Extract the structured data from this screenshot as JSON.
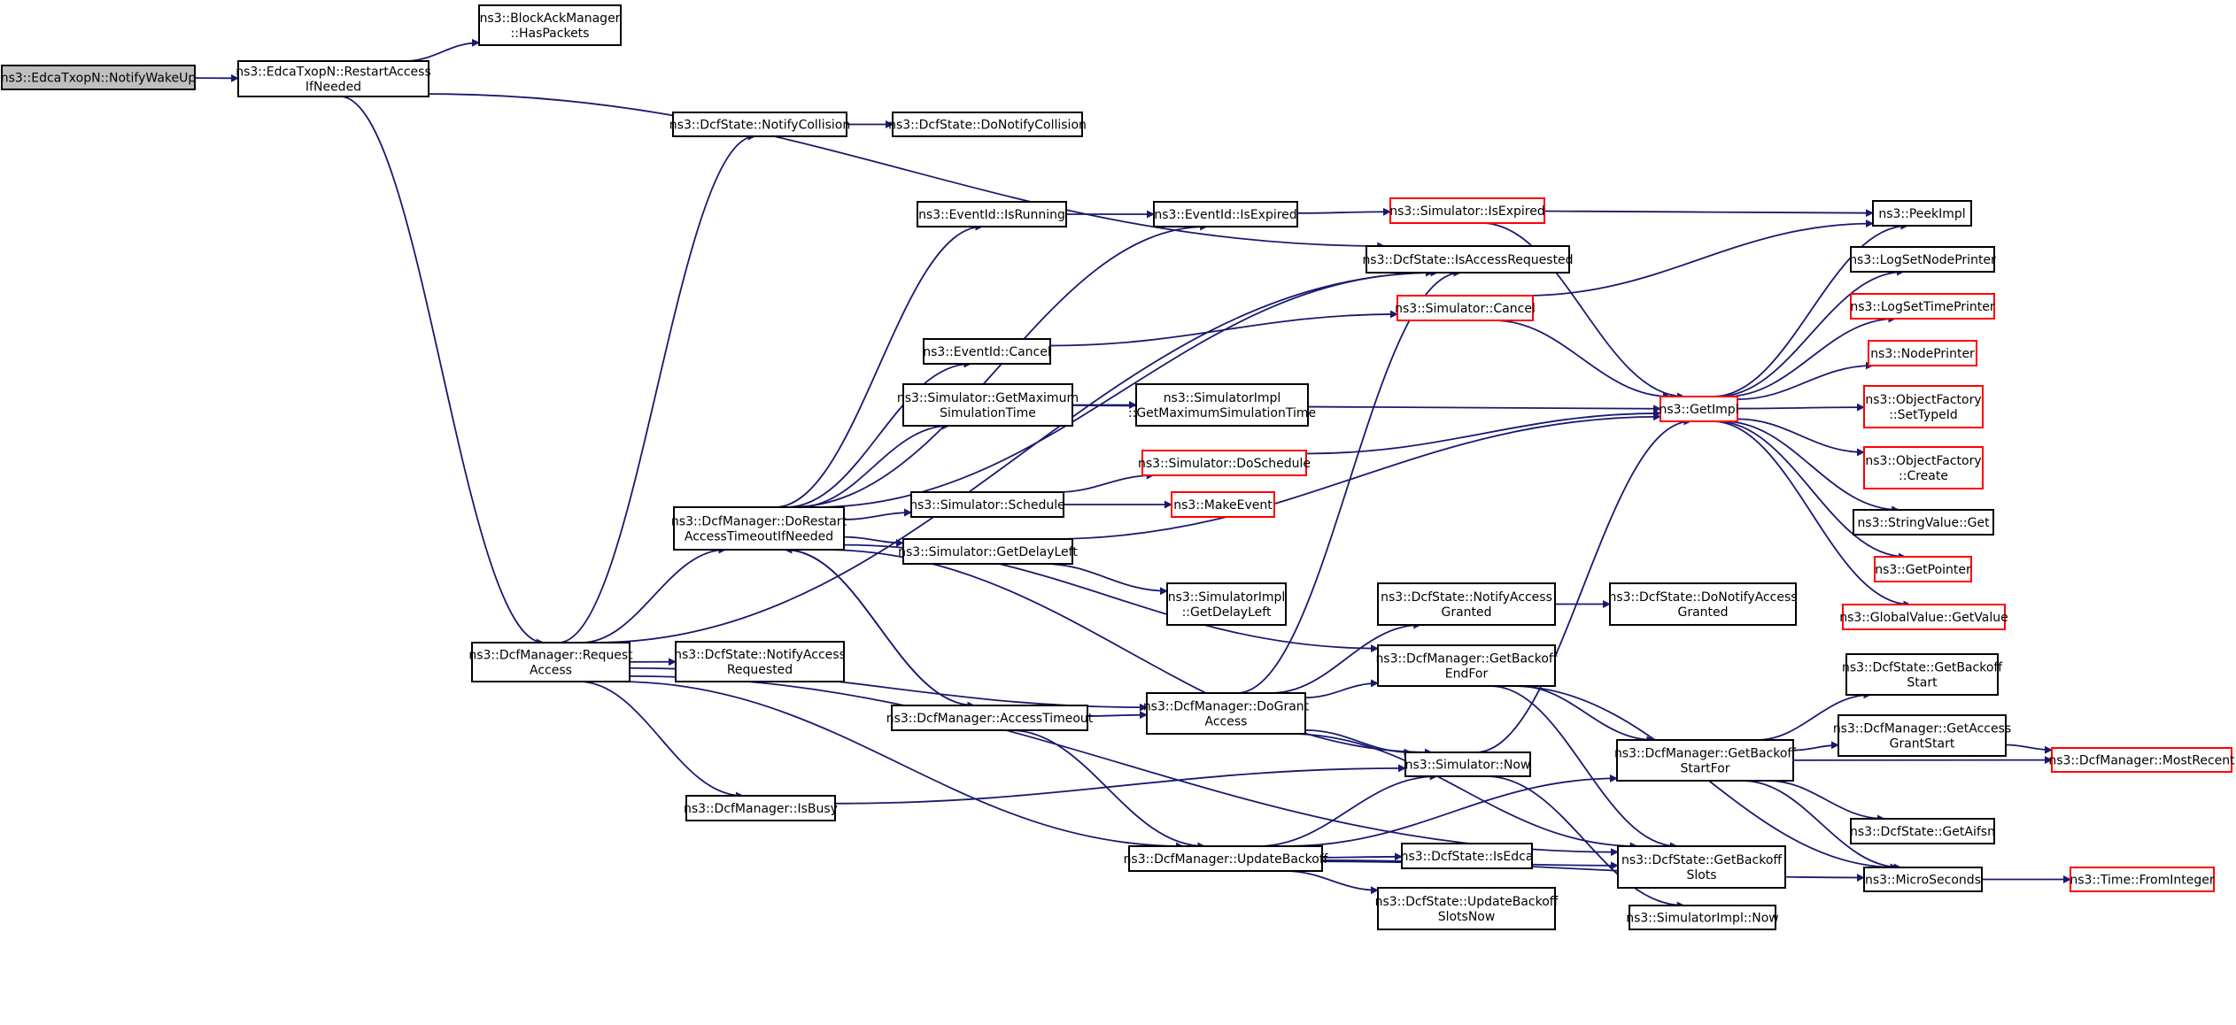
{
  "colors": {
    "edge": "#191970",
    "node_border": "#000000",
    "node_border_truncated": "#ff0000",
    "node_fill": "#ffffff",
    "root_fill": "#bfbfbf"
  },
  "nodes": [
    {
      "id": "notifyWakeUp",
      "lines": [
        "ns3::EdcaTxopN::NotifyWakeUp"
      ],
      "style": "root"
    },
    {
      "id": "restartAccess",
      "lines": [
        "ns3::EdcaTxopN::RestartAccess",
        "IfNeeded"
      ],
      "style": "normal"
    },
    {
      "id": "hasPackets",
      "lines": [
        "ns3::BlockAckManager",
        "::HasPackets"
      ],
      "style": "normal"
    },
    {
      "id": "notifyCollision",
      "lines": [
        "ns3::DcfState::NotifyCollision"
      ],
      "style": "normal"
    },
    {
      "id": "doNotifyCollision",
      "lines": [
        "ns3::DcfState::DoNotifyCollision"
      ],
      "style": "normal"
    },
    {
      "id": "isRunning",
      "lines": [
        "ns3::EventId::IsRunning"
      ],
      "style": "normal"
    },
    {
      "id": "eventIsExpired",
      "lines": [
        "ns3::EventId::IsExpired"
      ],
      "style": "normal"
    },
    {
      "id": "simIsExpired",
      "lines": [
        "ns3::Simulator::IsExpired"
      ],
      "style": "truncated"
    },
    {
      "id": "peekImpl",
      "lines": [
        "ns3::PeekImpl"
      ],
      "style": "normal"
    },
    {
      "id": "isAccessRequested",
      "lines": [
        "ns3::DcfState::IsAccessRequested"
      ],
      "style": "normal"
    },
    {
      "id": "logSetNodePrinter",
      "lines": [
        "ns3::LogSetNodePrinter"
      ],
      "style": "normal"
    },
    {
      "id": "eventCancel",
      "lines": [
        "ns3::EventId::Cancel"
      ],
      "style": "normal"
    },
    {
      "id": "simCancel",
      "lines": [
        "ns3::Simulator::Cancel"
      ],
      "style": "truncated"
    },
    {
      "id": "logSetTimePrinter",
      "lines": [
        "ns3::LogSetTimePrinter"
      ],
      "style": "truncated"
    },
    {
      "id": "nodePrinter",
      "lines": [
        "ns3::NodePrinter"
      ],
      "style": "truncated"
    },
    {
      "id": "getMaxSimTime",
      "lines": [
        "ns3::Simulator::GetMaximum",
        "SimulationTime"
      ],
      "style": "normal"
    },
    {
      "id": "implGetMaxSimTime",
      "lines": [
        "ns3::SimulatorImpl",
        "::GetMaximumSimulationTime"
      ],
      "style": "normal"
    },
    {
      "id": "getImpl",
      "lines": [
        "ns3::GetImpl"
      ],
      "style": "truncated"
    },
    {
      "id": "setTypeId",
      "lines": [
        "ns3::ObjectFactory",
        "::SetTypeId"
      ],
      "style": "truncated"
    },
    {
      "id": "doSchedule",
      "lines": [
        "ns3::Simulator::DoSchedule"
      ],
      "style": "truncated"
    },
    {
      "id": "factoryCreate",
      "lines": [
        "ns3::ObjectFactory",
        "::Create"
      ],
      "style": "truncated"
    },
    {
      "id": "simSchedule",
      "lines": [
        "ns3::Simulator::Schedule"
      ],
      "style": "normal"
    },
    {
      "id": "makeEvent",
      "lines": [
        "ns3::MakeEvent"
      ],
      "style": "truncated"
    },
    {
      "id": "stringValueGet",
      "lines": [
        "ns3::StringValue::Get"
      ],
      "style": "normal"
    },
    {
      "id": "doRestartAccess",
      "lines": [
        "ns3::DcfManager::DoRestart",
        "AccessTimeoutIfNeeded"
      ],
      "style": "normal"
    },
    {
      "id": "getDelayLeft",
      "lines": [
        "ns3::Simulator::GetDelayLeft"
      ],
      "style": "normal"
    },
    {
      "id": "getPointer",
      "lines": [
        "ns3::GetPointer"
      ],
      "style": "truncated"
    },
    {
      "id": "implGetDelayLeft",
      "lines": [
        "ns3::SimulatorImpl",
        "::GetDelayLeft"
      ],
      "style": "normal"
    },
    {
      "id": "notifyAccessGranted",
      "lines": [
        "ns3::DcfState::NotifyAccess",
        "Granted"
      ],
      "style": "normal"
    },
    {
      "id": "doNotifyAccessGranted",
      "lines": [
        "ns3::DcfState::DoNotifyAccess",
        "Granted"
      ],
      "style": "normal"
    },
    {
      "id": "globalValueGet",
      "lines": [
        "ns3::GlobalValue::GetValue"
      ],
      "style": "truncated"
    },
    {
      "id": "requestAccess",
      "lines": [
        "ns3::DcfManager::Request",
        "Access"
      ],
      "style": "normal"
    },
    {
      "id": "notifyAccessRequested",
      "lines": [
        "ns3::DcfState::NotifyAccess",
        "Requested"
      ],
      "style": "normal"
    },
    {
      "id": "getBackoffEndFor",
      "lines": [
        "ns3::DcfManager::GetBackoff",
        "EndFor"
      ],
      "style": "normal"
    },
    {
      "id": "getBackoffStart",
      "lines": [
        "ns3::DcfState::GetBackoff",
        "Start"
      ],
      "style": "normal"
    },
    {
      "id": "accessTimeout",
      "lines": [
        "ns3::DcfManager::AccessTimeout"
      ],
      "style": "normal"
    },
    {
      "id": "doGrantAccess",
      "lines": [
        "ns3::DcfManager::DoGrant",
        "Access"
      ],
      "style": "normal"
    },
    {
      "id": "getAccessGrantStart",
      "lines": [
        "ns3::DcfManager::GetAccess",
        "GrantStart"
      ],
      "style": "normal"
    },
    {
      "id": "getBackoffStartFor",
      "lines": [
        "ns3::DcfManager::GetBackoff",
        "StartFor"
      ],
      "style": "normal"
    },
    {
      "id": "mostRecent",
      "lines": [
        "ns3::DcfManager::MostRecent"
      ],
      "style": "truncated"
    },
    {
      "id": "simNow",
      "lines": [
        "ns3::Simulator::Now"
      ],
      "style": "normal"
    },
    {
      "id": "isBusy",
      "lines": [
        "ns3::DcfManager::IsBusy"
      ],
      "style": "normal"
    },
    {
      "id": "getAifsn",
      "lines": [
        "ns3::DcfState::GetAifsn"
      ],
      "style": "normal"
    },
    {
      "id": "updateBackoff",
      "lines": [
        "ns3::DcfManager::UpdateBackoff"
      ],
      "style": "normal"
    },
    {
      "id": "isEdca",
      "lines": [
        "ns3::DcfState::IsEdca"
      ],
      "style": "normal"
    },
    {
      "id": "getBackoffSlots",
      "lines": [
        "ns3::DcfState::GetBackoff",
        "Slots"
      ],
      "style": "normal"
    },
    {
      "id": "microSeconds",
      "lines": [
        "ns3::MicroSeconds"
      ],
      "style": "normal"
    },
    {
      "id": "fromInteger",
      "lines": [
        "ns3::Time::FromInteger"
      ],
      "style": "truncated"
    },
    {
      "id": "updateBackoffSlotsNow",
      "lines": [
        "ns3::DcfState::UpdateBackoff",
        "SlotsNow"
      ],
      "style": "normal"
    },
    {
      "id": "implNow",
      "lines": [
        "ns3::SimulatorImpl::Now"
      ],
      "style": "normal"
    }
  ],
  "edges": [
    [
      "notifyWakeUp",
      "restartAccess"
    ],
    [
      "restartAccess",
      "hasPackets"
    ],
    [
      "restartAccess",
      "isAccessRequested"
    ],
    [
      "restartAccess",
      "requestAccess"
    ],
    [
      "notifyCollision",
      "doNotifyCollision"
    ],
    [
      "isRunning",
      "eventIsExpired"
    ],
    [
      "eventIsExpired",
      "simIsExpired"
    ],
    [
      "simIsExpired",
      "peekImpl"
    ],
    [
      "simIsExpired",
      "getImpl"
    ],
    [
      "eventCancel",
      "simCancel"
    ],
    [
      "simCancel",
      "peekImpl"
    ],
    [
      "simCancel",
      "getImpl"
    ],
    [
      "getMaxSimTime",
      "implGetMaxSimTime"
    ],
    [
      "getMaxSimTime",
      "getImpl"
    ],
    [
      "getImpl",
      "peekImpl"
    ],
    [
      "getImpl",
      "logSetNodePrinter"
    ],
    [
      "getImpl",
      "logSetTimePrinter"
    ],
    [
      "getImpl",
      "nodePrinter"
    ],
    [
      "getImpl",
      "setTypeId"
    ],
    [
      "getImpl",
      "factoryCreate"
    ],
    [
      "getImpl",
      "stringValueGet"
    ],
    [
      "getImpl",
      "getPointer"
    ],
    [
      "getImpl",
      "globalValueGet"
    ],
    [
      "simSchedule",
      "doSchedule"
    ],
    [
      "simSchedule",
      "makeEvent"
    ],
    [
      "doSchedule",
      "getImpl"
    ],
    [
      "doRestartAccess",
      "isRunning"
    ],
    [
      "doRestartAccess",
      "eventIsExpired"
    ],
    [
      "doRestartAccess",
      "isAccessRequested"
    ],
    [
      "doRestartAccess",
      "eventCancel"
    ],
    [
      "doRestartAccess",
      "getMaxSimTime"
    ],
    [
      "doRestartAccess",
      "simSchedule"
    ],
    [
      "doRestartAccess",
      "getDelayLeft"
    ],
    [
      "doRestartAccess",
      "accessTimeout"
    ],
    [
      "doRestartAccess",
      "getBackoffEndFor"
    ],
    [
      "doRestartAccess",
      "simNow"
    ],
    [
      "getDelayLeft",
      "implGetDelayLeft"
    ],
    [
      "getDelayLeft",
      "getImpl"
    ],
    [
      "notifyAccessGranted",
      "doNotifyAccessGranted"
    ],
    [
      "requestAccess",
      "notifyCollision"
    ],
    [
      "requestAccess",
      "doRestartAccess"
    ],
    [
      "requestAccess",
      "notifyAccessRequested"
    ],
    [
      "requestAccess",
      "doGrantAccess"
    ],
    [
      "requestAccess",
      "isBusy"
    ],
    [
      "requestAccess",
      "updateBackoff"
    ],
    [
      "requestAccess",
      "getBackoffSlots"
    ],
    [
      "requestAccess",
      "isAccessRequested"
    ],
    [
      "getBackoffEndFor",
      "getBackoffStartFor"
    ],
    [
      "getBackoffEndFor",
      "getBackoffSlots"
    ],
    [
      "getBackoffEndFor",
      "microSeconds"
    ],
    [
      "accessTimeout",
      "doGrantAccess"
    ],
    [
      "accessTimeout",
      "updateBackoff"
    ],
    [
      "accessTimeout",
      "doRestartAccess"
    ],
    [
      "doGrantAccess",
      "isAccessRequested"
    ],
    [
      "doGrantAccess",
      "notifyAccessGranted"
    ],
    [
      "doGrantAccess",
      "getBackoffEndFor"
    ],
    [
      "doGrantAccess",
      "simNow"
    ],
    [
      "doGrantAccess",
      "getBackoffSlots"
    ],
    [
      "getBackoffStartFor",
      "getBackoffStart"
    ],
    [
      "getBackoffStartFor",
      "getAccessGrantStart"
    ],
    [
      "getBackoffStartFor",
      "mostRecent"
    ],
    [
      "getBackoffStartFor",
      "getAifsn"
    ],
    [
      "getBackoffStartFor",
      "microSeconds"
    ],
    [
      "getAccessGrantStart",
      "mostRecent"
    ],
    [
      "simNow",
      "getImpl"
    ],
    [
      "simNow",
      "implNow"
    ],
    [
      "isBusy",
      "simNow"
    ],
    [
      "updateBackoff",
      "simNow"
    ],
    [
      "updateBackoff",
      "getBackoffStartFor"
    ],
    [
      "updateBackoff",
      "isEdca"
    ],
    [
      "updateBackoff",
      "getBackoffSlots"
    ],
    [
      "updateBackoff",
      "updateBackoffSlotsNow"
    ],
    [
      "updateBackoff",
      "microSeconds"
    ],
    [
      "microSeconds",
      "fromInteger"
    ]
  ]
}
